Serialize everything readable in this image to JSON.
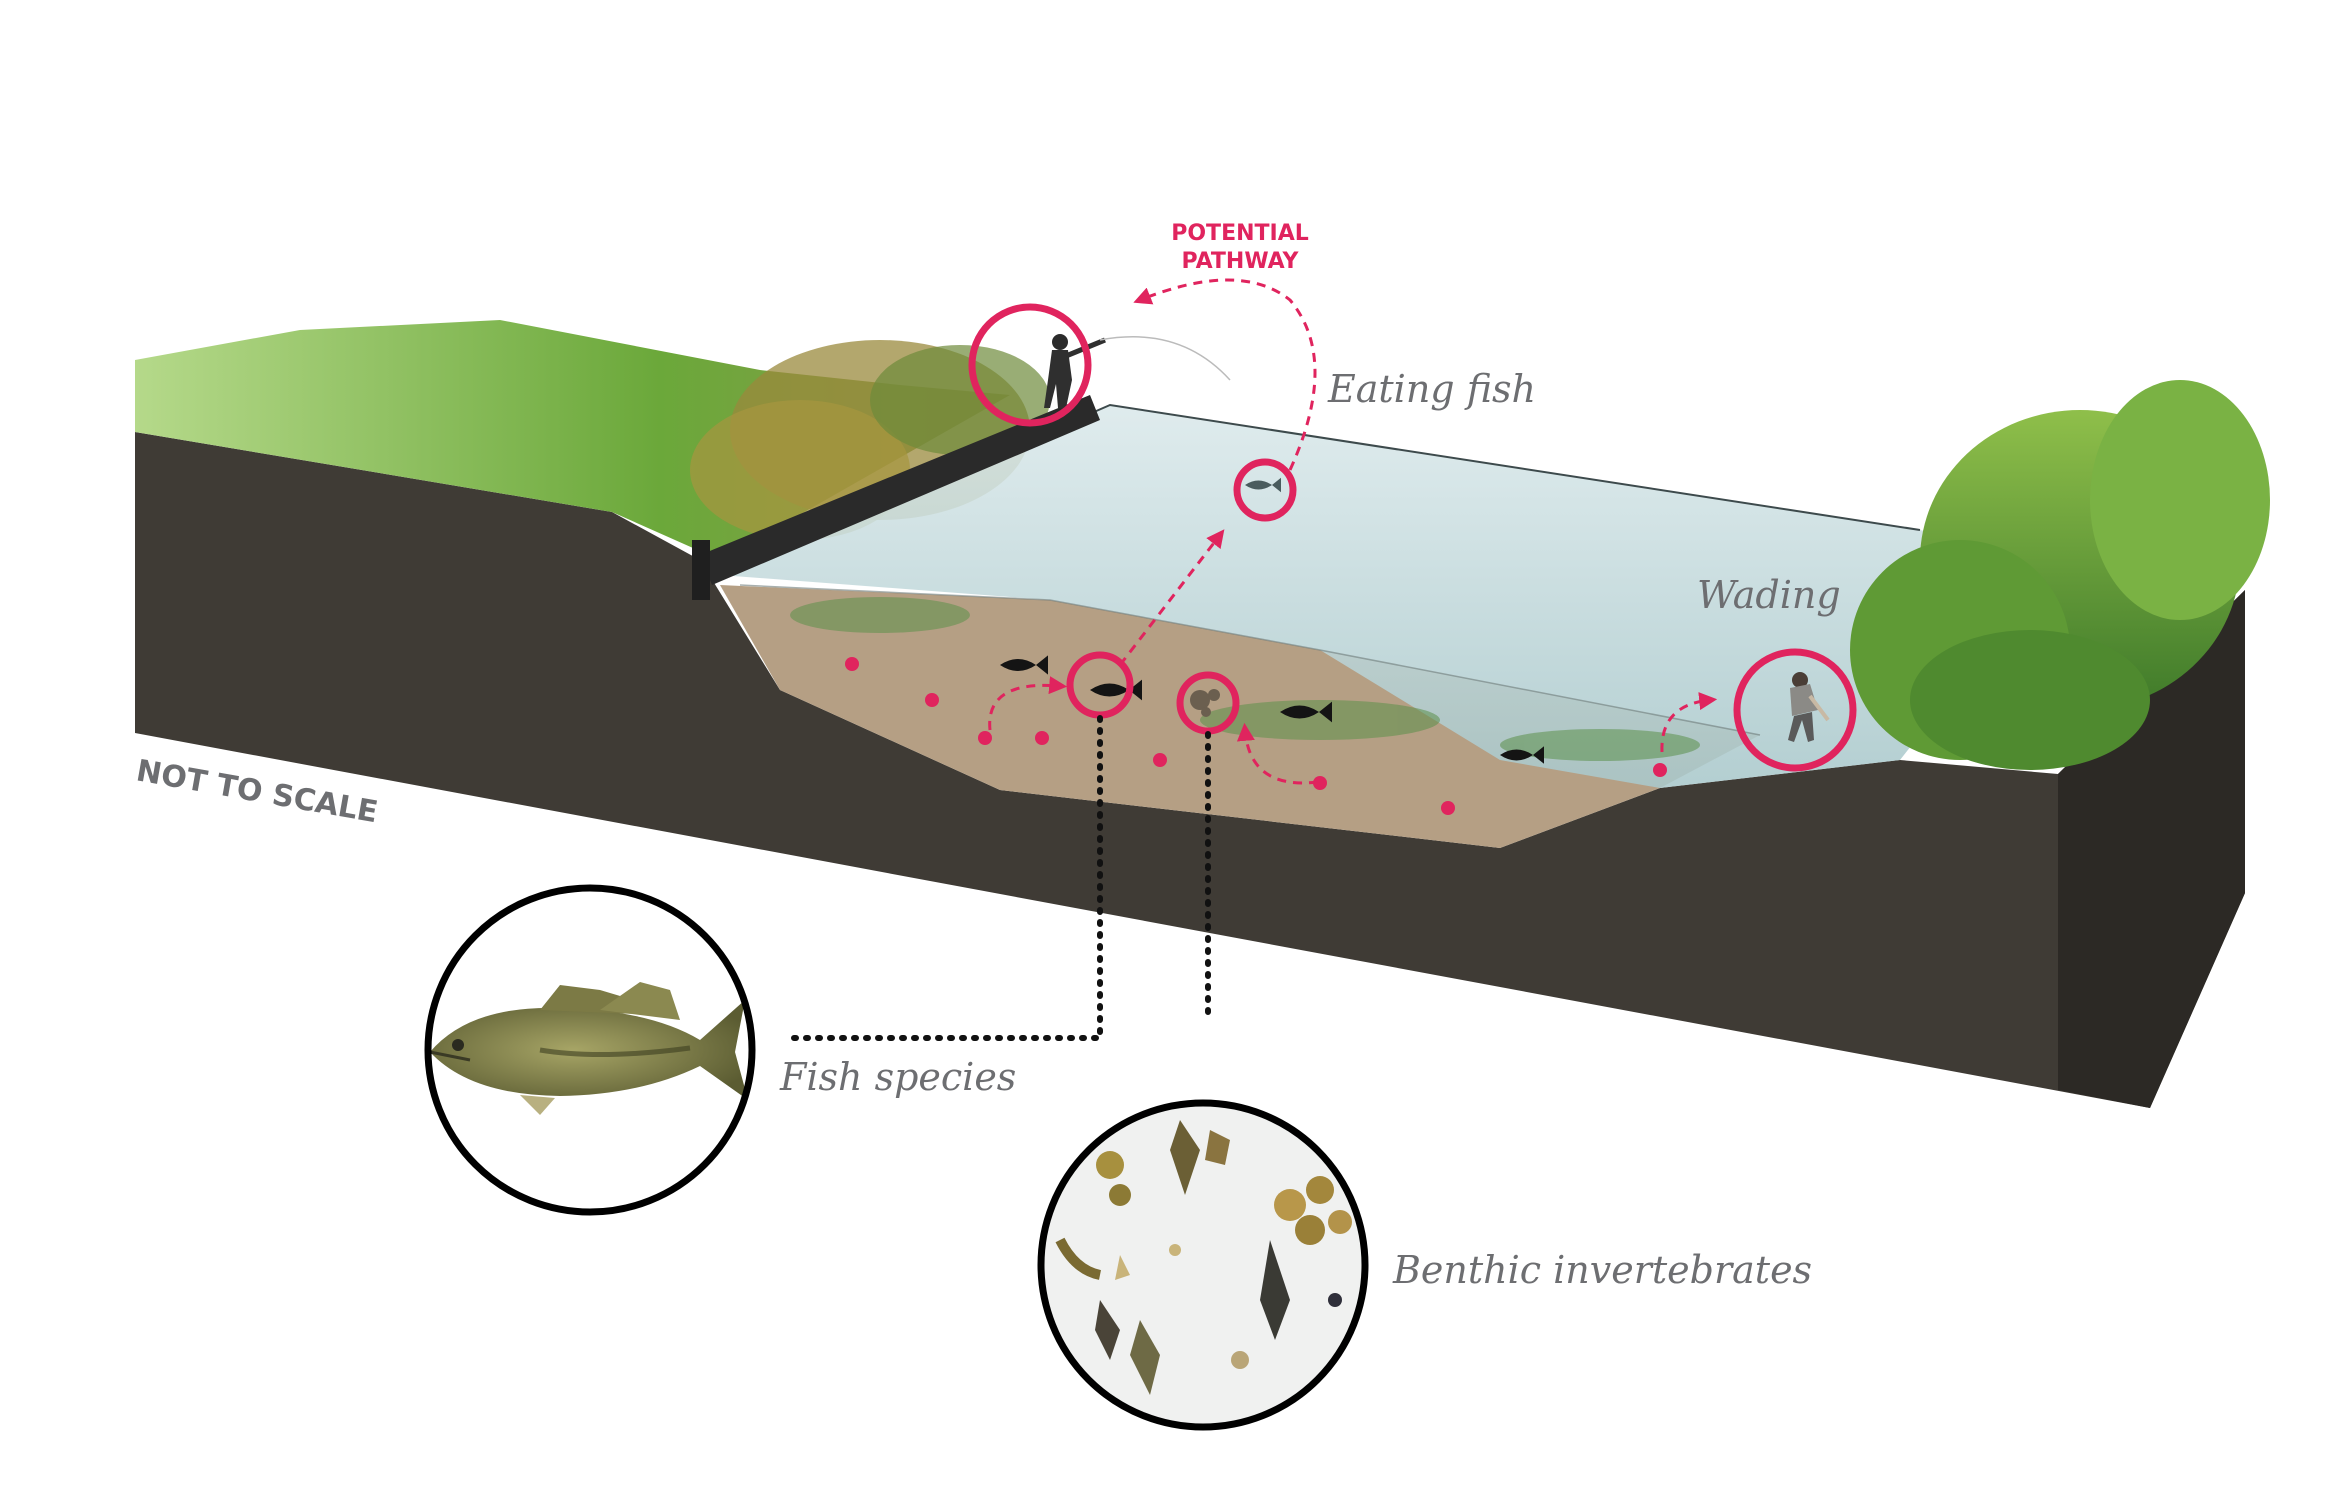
{
  "pathway_label": {
    "line1": "POTENTIAL",
    "line2": "PATHWAY"
  },
  "labels": {
    "eating_fish": "Eating fish",
    "wading": "Wading",
    "fish_species": "Fish species",
    "benthic": "Benthic invertebrates",
    "scale_note": "NOT TO SCALE"
  },
  "colors": {
    "accent": "#e0245e",
    "soil_dark": "#3f3b35",
    "sediment": "#b59f84",
    "water": "#c7dde0",
    "grass": "#7cb342",
    "label_grey": "#6d6e71"
  },
  "icons": [
    "fisherman-icon",
    "wader-icon",
    "fish-icon",
    "invertebrate-icon",
    "bass-illustration"
  ]
}
